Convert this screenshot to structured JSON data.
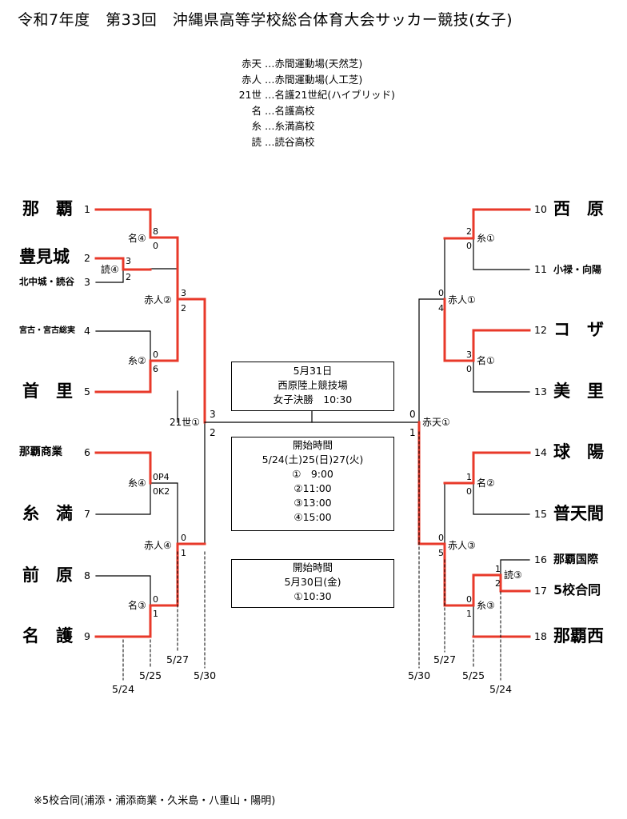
{
  "title": "令和7年度　第33回　沖縄県高等学校総合体育大会サッカー競技(女子)",
  "legend": [
    {
      "abbr": "赤天",
      "desc": "…赤間運動場(天然芝)"
    },
    {
      "abbr": "赤人",
      "desc": "…赤間運動場(人工芝)"
    },
    {
      "abbr": "21世",
      "desc": "…名護21世紀(ハイブリッド)"
    },
    {
      "abbr": "名",
      "desc": "…名護高校"
    },
    {
      "abbr": "糸",
      "desc": "…糸満高校"
    },
    {
      "abbr": "読",
      "desc": "…読谷高校"
    }
  ],
  "teams_left": [
    {
      "seed": "1",
      "name": "那　覇"
    },
    {
      "seed": "2",
      "name": "豊見城"
    },
    {
      "seed": "3",
      "name": "北中城・読谷"
    },
    {
      "seed": "4",
      "name": "宮古・宮古総実"
    },
    {
      "seed": "5",
      "name": "首　里"
    },
    {
      "seed": "6",
      "name": "那覇商業"
    },
    {
      "seed": "7",
      "name": "糸　満"
    },
    {
      "seed": "8",
      "name": "前　原"
    },
    {
      "seed": "9",
      "name": "名　護"
    }
  ],
  "teams_right": [
    {
      "seed": "10",
      "name": "西　原"
    },
    {
      "seed": "11",
      "name": "小禄・向陽"
    },
    {
      "seed": "12",
      "name": "コ　ザ"
    },
    {
      "seed": "13",
      "name": "美　里"
    },
    {
      "seed": "14",
      "name": "球　陽"
    },
    {
      "seed": "15",
      "name": "普天間"
    },
    {
      "seed": "16",
      "name": "那覇国際"
    },
    {
      "seed": "17",
      "name": "5校合同"
    },
    {
      "seed": "18",
      "name": "那覇西"
    }
  ],
  "venues": {
    "l_r1": "読④",
    "l_r2a": "名④",
    "l_r2b": "糸②",
    "l_r2c": "糸④",
    "l_r2d": "名③",
    "l_qf1": "赤人②",
    "l_qf2": "赤人④",
    "l_sf": "21世①",
    "r_r1": "読③",
    "r_r2a": "糸①",
    "r_r2b": "名①",
    "r_r2c": "名②",
    "r_r2d": "糸③",
    "r_qf1": "赤人①",
    "r_qf2": "赤人③",
    "r_sf": "赤天①"
  },
  "scores": {
    "l_r1_top": "3",
    "l_r1_bot": "2",
    "l_a_top": "8",
    "l_a_bot": "0",
    "l_b_top": "0",
    "l_b_bot": "6",
    "l_c_top": "0P4",
    "l_c_bot": "0K2",
    "l_d_top": "0",
    "l_d_bot": "1",
    "l_qf1_top": "3",
    "l_qf1_bot": "2",
    "l_qf2_top": "0",
    "l_qf2_bot": "1",
    "l_sf_top": "3",
    "l_sf_bot": "2",
    "r_r1_top": "1",
    "r_r1_bot": "2",
    "r_a_top": "2",
    "r_a_bot": "0",
    "r_b_top": "3",
    "r_b_bot": "0",
    "r_c_top": "1",
    "r_c_bot": "0",
    "r_d_top": "0",
    "r_d_bot": "1",
    "r_qf1_top": "0",
    "r_qf1_bot": "4",
    "r_qf2_top": "0",
    "r_qf2_bot": "5",
    "r_sf_top": "0",
    "r_sf_bot": "1"
  },
  "dates": {
    "l_524": "5/24",
    "l_525": "5/25",
    "l_527": "5/27",
    "l_530": "5/30",
    "r_524": "5/24",
    "r_525": "5/25",
    "r_527": "5/27",
    "r_530": "5/30"
  },
  "final_box": {
    "date": "5月31日",
    "venue": "西原陸上競技場",
    "match": "女子決勝　10:30"
  },
  "schedule_box": {
    "title": "開始時間",
    "dates": "5/24(土)25(日)27(火)",
    "times": [
      "①　9:00",
      "②11:00",
      "③13:00",
      "④15:00"
    ]
  },
  "schedule_box2": {
    "title": "開始時間",
    "date": "5月30日(金)",
    "time": "①10:30"
  },
  "footnote": "※5校合同(浦添・浦添商業・久米島・八重山・陽明)",
  "colors": {
    "winner_line": "#e8392a",
    "line": "#000000"
  }
}
